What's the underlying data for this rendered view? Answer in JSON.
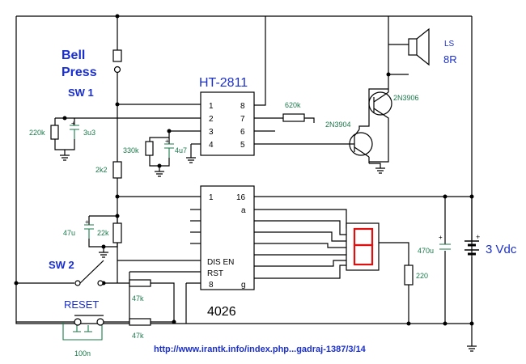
{
  "labels": {
    "bell": "Bell",
    "press": "Press",
    "sw1": "SW 1",
    "sw2": "SW 2",
    "reset": "RESET",
    "ic1": "HT-2811",
    "ic2": "4026",
    "ls": "LS",
    "ohm": "8R",
    "vdc": "3 Vdc",
    "r620k": "620k",
    "q1": "2N3904",
    "q2": "2N3906",
    "r220k": "220k",
    "c3u3": "3u3",
    "r330k": "330k",
    "c4u7": "4u7",
    "r2k2": "2k2",
    "c47u": "47u",
    "r22k": "22k",
    "r47k_a": "47k",
    "r47k_b": "47k",
    "c100n": "100n",
    "c470u": "470u",
    "r220": "220",
    "plus1": "+",
    "plus2": "+",
    "plus3": "+",
    "plus4": "+",
    "plus5": "+",
    "url": "http://www.irantk.info/index.php...gadraj-1387/3/14"
  },
  "ht2811_pins": {
    "p1": "1",
    "p2": "2",
    "p3": "3",
    "p4": "4",
    "p8": "8",
    "p7": "7",
    "p6": "6",
    "p5": "5"
  },
  "cd4026_pins": {
    "p1": "1",
    "p16": "16",
    "pa": "a",
    "disen": "DIS EN",
    "rst": "RST",
    "p8": "8",
    "pg": "g"
  },
  "colors": {
    "wire": "#000000",
    "component_labels": "#1a7a4a",
    "title_text": "#1a2fd0",
    "segment": "#e01010"
  }
}
